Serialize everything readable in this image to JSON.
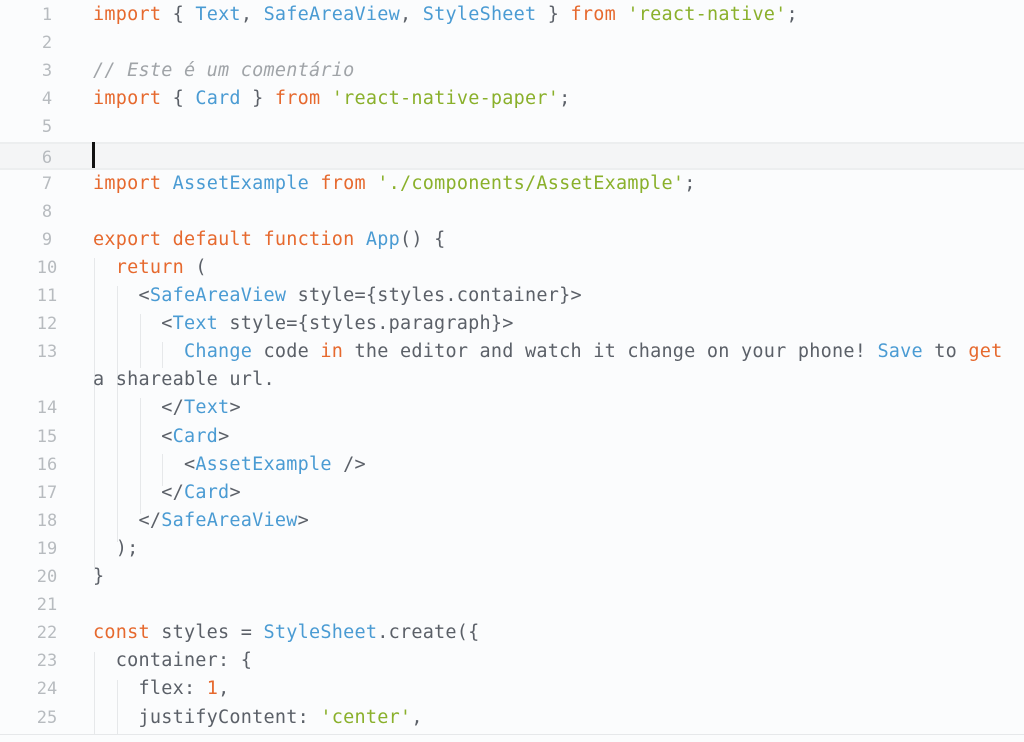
{
  "editor": {
    "cursor_line": 6,
    "colors": {
      "keyword": "#e6692e",
      "identifier": "#4a9bd3",
      "string": "#8ab02b",
      "comment": "#a0a4a8",
      "text": "#5b6068",
      "line_number": "#b7bbbf",
      "background": "#fbfcfd"
    },
    "lines": [
      {
        "n": "1",
        "tokens": [
          [
            "kw",
            "import"
          ],
          [
            "tx",
            " { "
          ],
          [
            "id",
            "Text"
          ],
          [
            "tx",
            ", "
          ],
          [
            "id",
            "SafeAreaView"
          ],
          [
            "tx",
            ", "
          ],
          [
            "id",
            "StyleSheet"
          ],
          [
            "tx",
            " } "
          ],
          [
            "kw",
            "from"
          ],
          [
            "tx",
            " "
          ],
          [
            "str",
            "'react-native'"
          ],
          [
            "tx",
            ";"
          ]
        ]
      },
      {
        "n": "2",
        "tokens": []
      },
      {
        "n": "3",
        "tokens": [
          [
            "cm",
            "// Este é um comentário"
          ]
        ]
      },
      {
        "n": "4",
        "tokens": [
          [
            "kw",
            "import"
          ],
          [
            "tx",
            " { "
          ],
          [
            "id",
            "Card"
          ],
          [
            "tx",
            " } "
          ],
          [
            "kw",
            "from"
          ],
          [
            "tx",
            " "
          ],
          [
            "str",
            "'react-native-paper'"
          ],
          [
            "tx",
            ";"
          ]
        ]
      },
      {
        "n": "5",
        "tokens": []
      },
      {
        "n": "6",
        "tokens": []
      },
      {
        "n": "7",
        "tokens": [
          [
            "kw",
            "import"
          ],
          [
            "tx",
            " "
          ],
          [
            "id",
            "AssetExample"
          ],
          [
            "tx",
            " "
          ],
          [
            "kw",
            "from"
          ],
          [
            "tx",
            " "
          ],
          [
            "str",
            "'./components/AssetExample'"
          ],
          [
            "tx",
            ";"
          ]
        ]
      },
      {
        "n": "8",
        "tokens": []
      },
      {
        "n": "9",
        "tokens": [
          [
            "kw",
            "export"
          ],
          [
            "tx",
            " "
          ],
          [
            "kw",
            "default"
          ],
          [
            "tx",
            " "
          ],
          [
            "kw",
            "function"
          ],
          [
            "tx",
            " "
          ],
          [
            "id",
            "App"
          ],
          [
            "tx",
            "() {"
          ]
        ]
      },
      {
        "n": "10",
        "tokens": [
          [
            "tx",
            "  "
          ],
          [
            "kw",
            "return"
          ],
          [
            "tx",
            " ("
          ]
        ]
      },
      {
        "n": "11",
        "tokens": [
          [
            "tx",
            "    <"
          ],
          [
            "id",
            "SafeAreaView"
          ],
          [
            "tx",
            " style={styles.container}>"
          ]
        ]
      },
      {
        "n": "12",
        "tokens": [
          [
            "tx",
            "      <"
          ],
          [
            "id",
            "Text"
          ],
          [
            "tx",
            " style={styles.paragraph}>"
          ]
        ]
      },
      {
        "n": "13",
        "tokens": [
          [
            "tx",
            "        "
          ],
          [
            "id",
            "Change"
          ],
          [
            "tx",
            " code "
          ],
          [
            "kw",
            "in"
          ],
          [
            "tx",
            " the editor and watch it change on your phone! "
          ],
          [
            "id",
            "Save"
          ],
          [
            "tx",
            " to "
          ],
          [
            "kw",
            "get"
          ]
        ]
      },
      {
        "n": "",
        "tokens": [
          [
            "tx",
            "a shareable url."
          ]
        ]
      },
      {
        "n": "14",
        "tokens": [
          [
            "tx",
            "      </"
          ],
          [
            "id",
            "Text"
          ],
          [
            "tx",
            ">"
          ]
        ]
      },
      {
        "n": "15",
        "tokens": [
          [
            "tx",
            "      <"
          ],
          [
            "id",
            "Card"
          ],
          [
            "tx",
            ">"
          ]
        ]
      },
      {
        "n": "16",
        "tokens": [
          [
            "tx",
            "        <"
          ],
          [
            "id",
            "AssetExample"
          ],
          [
            "tx",
            " />"
          ]
        ]
      },
      {
        "n": "17",
        "tokens": [
          [
            "tx",
            "      </"
          ],
          [
            "id",
            "Card"
          ],
          [
            "tx",
            ">"
          ]
        ]
      },
      {
        "n": "18",
        "tokens": [
          [
            "tx",
            "    </"
          ],
          [
            "id",
            "SafeAreaView"
          ],
          [
            "tx",
            ">"
          ]
        ]
      },
      {
        "n": "19",
        "tokens": [
          [
            "tx",
            "  );"
          ]
        ]
      },
      {
        "n": "20",
        "tokens": [
          [
            "tx",
            "}"
          ]
        ]
      },
      {
        "n": "21",
        "tokens": []
      },
      {
        "n": "22",
        "tokens": [
          [
            "kw",
            "const"
          ],
          [
            "tx",
            " styles = "
          ],
          [
            "id",
            "StyleSheet"
          ],
          [
            "tx",
            ".create({"
          ]
        ]
      },
      {
        "n": "23",
        "tokens": [
          [
            "tx",
            "  container: {"
          ]
        ]
      },
      {
        "n": "24",
        "tokens": [
          [
            "tx",
            "    flex: "
          ],
          [
            "num",
            "1"
          ],
          [
            "tx",
            ","
          ]
        ]
      },
      {
        "n": "25",
        "tokens": [
          [
            "tx",
            "    justifyContent: "
          ],
          [
            "str",
            "'center'"
          ],
          [
            "tx",
            ","
          ]
        ]
      }
    ]
  }
}
